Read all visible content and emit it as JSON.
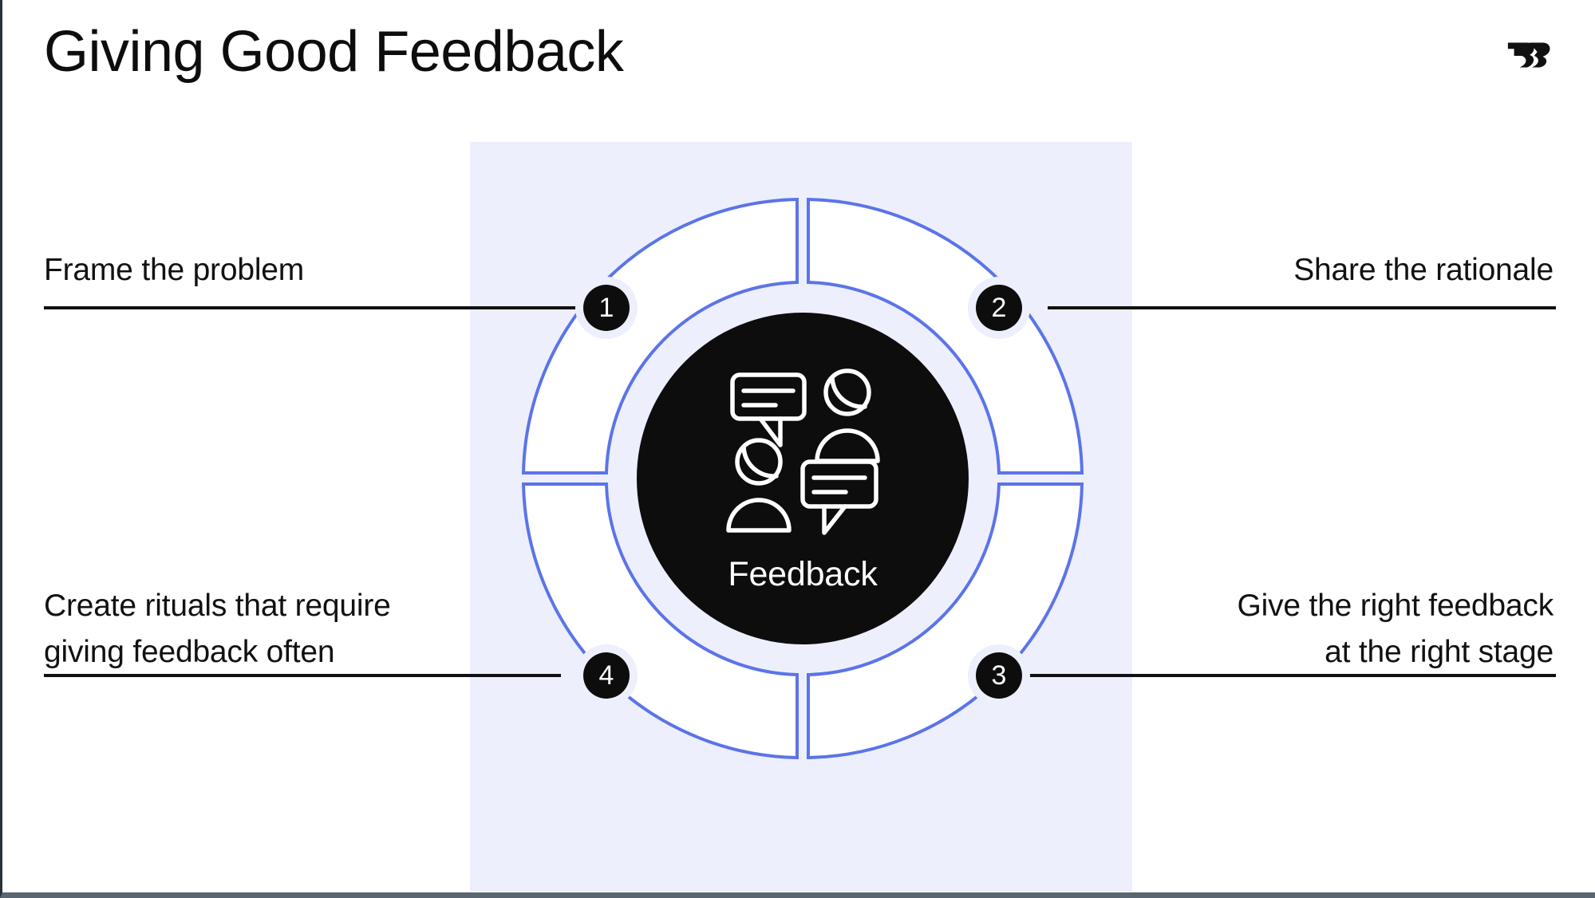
{
  "page": {
    "title": "Giving Good Feedback",
    "logo_icon": "double-chevron-r-logo",
    "background_color": "#ffffff",
    "panel_color": "#edeffd",
    "accent_color": "#5b74e8",
    "dark_color": "#0d0d0d"
  },
  "center": {
    "label": "Feedback",
    "icon": "people-speech-bubbles-icon",
    "circle_color": "#0d0d0d",
    "text_color": "#ffffff"
  },
  "steps": [
    {
      "number": "1",
      "position": "top-left",
      "lines": [
        "Frame the problem"
      ]
    },
    {
      "number": "2",
      "position": "top-right",
      "lines": [
        "Share the rationale"
      ]
    },
    {
      "number": "3",
      "position": "bottom-right",
      "lines": [
        "Give the right feedback",
        "at the right stage"
      ]
    },
    {
      "number": "4",
      "position": "bottom-left",
      "lines": [
        "Create rituals that require",
        "giving feedback often"
      ]
    }
  ]
}
